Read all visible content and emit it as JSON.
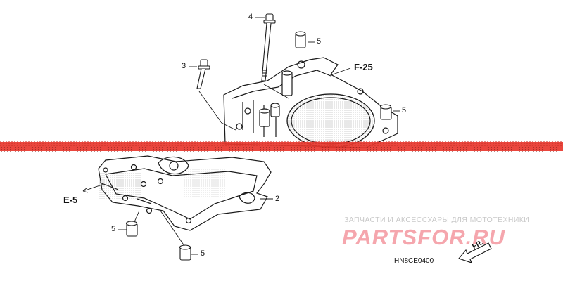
{
  "diagram": {
    "callouts": [
      {
        "id": "bolt-long",
        "number": "4"
      },
      {
        "id": "dowel-top",
        "number": "5"
      },
      {
        "id": "bolt-short",
        "number": "3"
      },
      {
        "id": "dowel-right",
        "number": "5"
      },
      {
        "id": "gasket",
        "number": "2"
      },
      {
        "id": "dowel-left",
        "number": "5"
      },
      {
        "id": "dowel-bottom",
        "number": "5"
      }
    ],
    "references": {
      "top_right": "F-25",
      "left": "E-5"
    },
    "direction_label": "FR.",
    "diagram_code": "HN8CE0400"
  },
  "watermark": {
    "caption": "ЗАПЧАСТИ И АКСЕССУАРЫ ДЛЯ МОТОТЕХНИКИ",
    "logo": "PARTSFOR.RU"
  },
  "colors": {
    "line": "#1a1a1a",
    "stripe": "#e8362d",
    "watermark_logo": "#f5a6ad",
    "watermark_caption": "#c9c9c9"
  }
}
